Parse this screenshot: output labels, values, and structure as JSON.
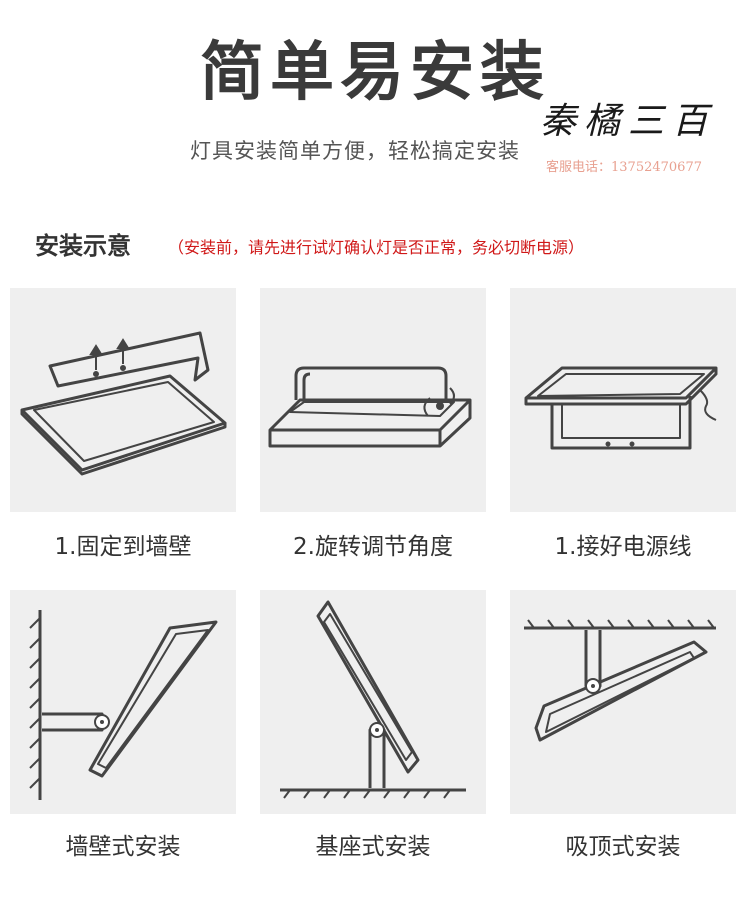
{
  "header": {
    "title": "简单易安装",
    "subtitle": "灯具安装简单方便，轻松搞定安装"
  },
  "watermark": {
    "brand": "秦橘三百",
    "contact": "客服电话：13752470677"
  },
  "section": {
    "title": "安装示意",
    "note": "（安装前，请先进行试灯确认灯是否正常，务必切断电源）"
  },
  "steps": [
    {
      "label": "1.固定到墙壁",
      "icon": "wall-fix-icon"
    },
    {
      "label": "2.旋转调节角度",
      "icon": "rotate-angle-icon"
    },
    {
      "label": "1.接好电源线",
      "icon": "power-cable-icon"
    }
  ],
  "mounts": [
    {
      "label": "墙壁式安装",
      "icon": "wall-mount-icon"
    },
    {
      "label": "基座式安装",
      "icon": "base-mount-icon"
    },
    {
      "label": "吸顶式安装",
      "icon": "ceiling-mount-icon"
    }
  ],
  "colors": {
    "title": "#3a3a3a",
    "note": "#d01818",
    "panel_bg": "#efefef"
  }
}
